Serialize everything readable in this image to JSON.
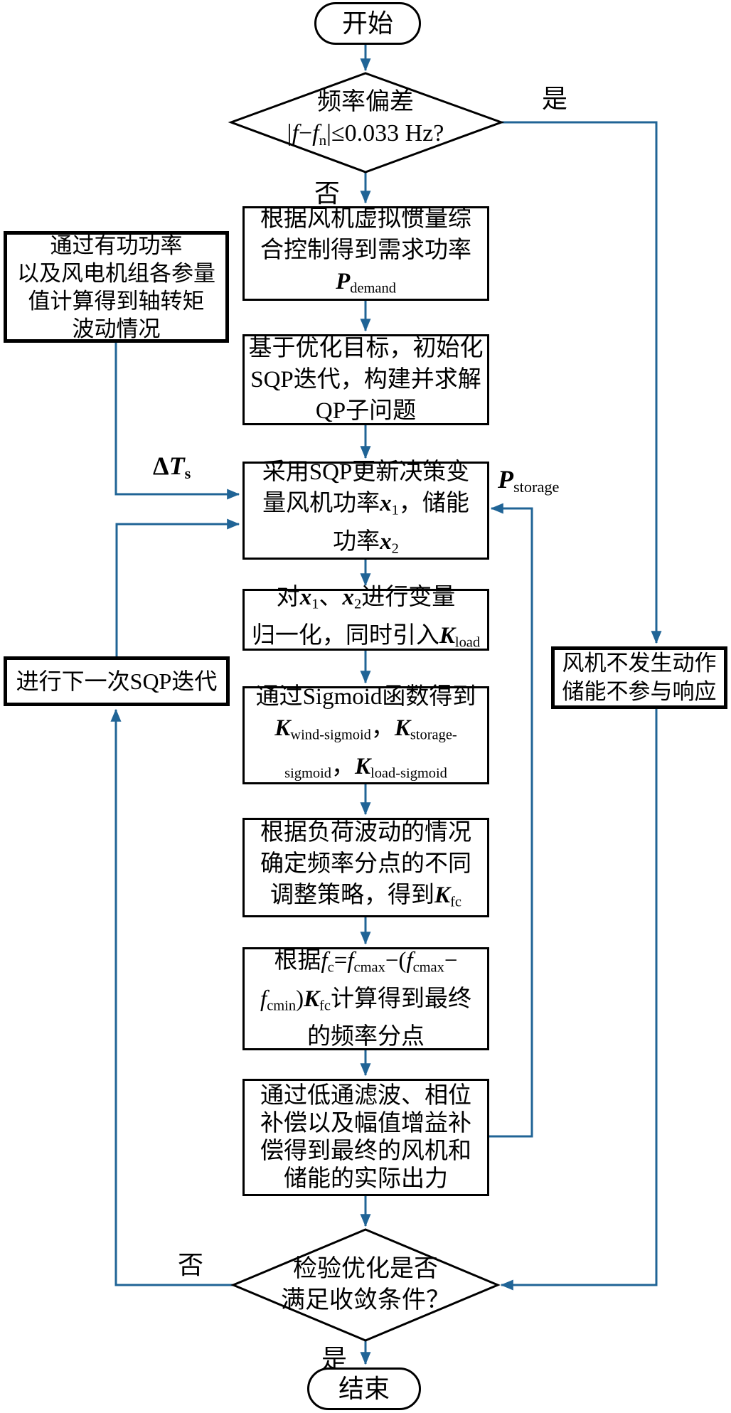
{
  "flow": {
    "title": "SQP wind-storage frequency control flowchart",
    "colors": {
      "line": "#206496",
      "border": "#000000",
      "text": "#000000",
      "bg": "#FFFFFF"
    },
    "nodes": {
      "start": {
        "label": "开始"
      },
      "freq_decision": {
        "l1": "频率偏差",
        "l2": [
          "|",
          "f",
          "−",
          "f",
          "n",
          "|≤0.033 Hz?"
        ]
      },
      "demand": {
        "l1": "根据风机虚拟惯量综",
        "l2": "合控制得到需求功率",
        "l3": [
          "P",
          "demand"
        ]
      },
      "sqp_init": {
        "l1": "基于优化目标，初始化",
        "l2": "SQP迭代，构建并求解",
        "l3": "QP子问题"
      },
      "sqp_update": {
        "l1": "采用SQP更新决策变",
        "l2": [
          "量风机功率",
          "x",
          "1",
          "，储能"
        ],
        "l3": [
          "功率",
          "x",
          "2"
        ]
      },
      "normalize": {
        "l1": [
          "对",
          "x",
          "1",
          "、",
          "x",
          "2",
          "进行变量"
        ],
        "l2": [
          "归一化，同时引入",
          "K",
          "load"
        ]
      },
      "sigmoid": {
        "l1": "通过Sigmoid函数得到",
        "l2": [
          "K",
          "wind-sigmoid",
          "，",
          "K",
          "storage-"
        ],
        "l3": [
          "sigmoid",
          "，",
          "K",
          "load-sigmoid"
        ]
      },
      "kfc": {
        "l1": "根据负荷波动的情况",
        "l2": "确定频率分点的不同",
        "l3": [
          "调整策略，得到",
          "K",
          "fc"
        ]
      },
      "fc_calc": {
        "l1": [
          "根据",
          "f",
          "c",
          "=",
          "f",
          "cmax",
          "−(",
          "f",
          "cmax",
          "−"
        ],
        "l2": [
          "f",
          "cmin",
          ")",
          "K",
          "fc",
          "计算得到最终"
        ],
        "l3": "的频率分点"
      },
      "filter": {
        "l1": "通过低通滤波、相位",
        "l2": "补偿以及幅值增益补",
        "l3": "偿得到最终的风机和",
        "l4": "储能的实际出力"
      },
      "torque": {
        "l1": "通过有功功率",
        "l2": "以及风电机组各参量",
        "l3": "值计算得到轴转矩",
        "l4": "波动情况"
      },
      "next_iter": {
        "label": "进行下一次SQP迭代"
      },
      "no_action": {
        "l1": "风机不发生动作",
        "l2": "储能不参与响应"
      },
      "converge_decision": {
        "l1": "检验优化是否",
        "l2": "满足收敛条件？"
      },
      "end": {
        "label": "结束"
      }
    },
    "labels": {
      "yes_top": "是",
      "no_top": "否",
      "delta_ts": [
        "Δ",
        "T",
        "s"
      ],
      "p_storage": [
        "P",
        "storage"
      ],
      "no_bottom": "否",
      "yes_bottom": "是"
    }
  }
}
